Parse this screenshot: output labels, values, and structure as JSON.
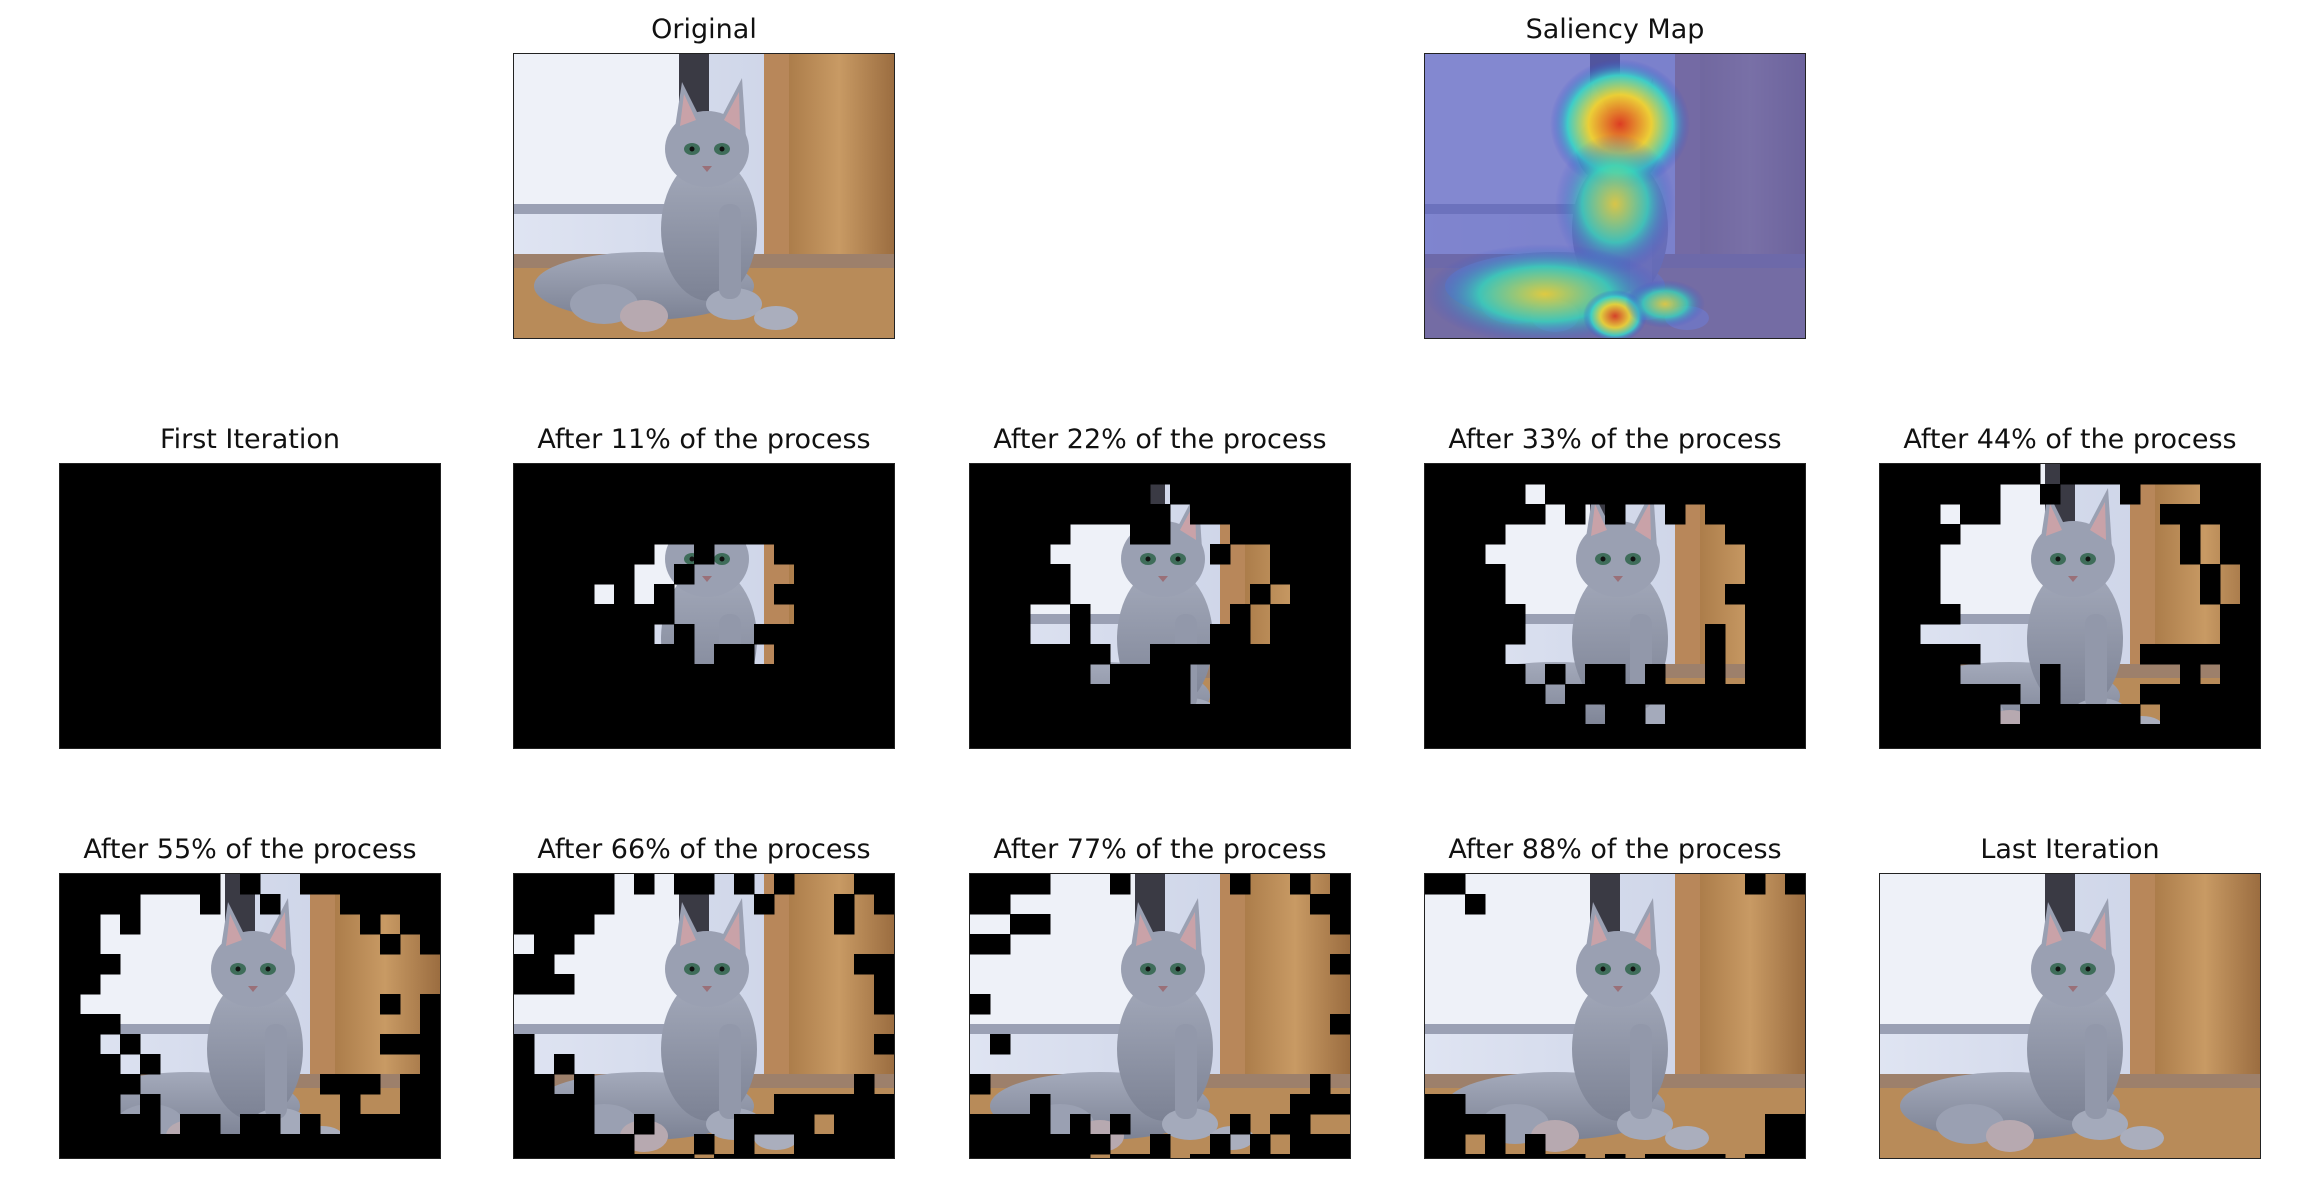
{
  "figure": {
    "row1": [
      {
        "key": "original",
        "title": "Original",
        "kind": "original"
      },
      {
        "key": "saliency",
        "title": "Saliency Map",
        "kind": "saliency"
      }
    ],
    "row2": [
      {
        "key": "iter0",
        "title": "First Iteration",
        "reveal": 0
      },
      {
        "key": "iter11",
        "title": "After 11% of the process",
        "reveal": 0.11
      },
      {
        "key": "iter22",
        "title": "After 22% of the process",
        "reveal": 0.22
      },
      {
        "key": "iter33",
        "title": "After 33% of the process",
        "reveal": 0.33
      },
      {
        "key": "iter44",
        "title": "After 44% of the process",
        "reveal": 0.44
      }
    ],
    "row3": [
      {
        "key": "iter55",
        "title": "After 55% of the process",
        "reveal": 0.55
      },
      {
        "key": "iter66",
        "title": "After 66% of the process",
        "reveal": 0.66
      },
      {
        "key": "iter77",
        "title": "After 77% of the process",
        "reveal": 0.77
      },
      {
        "key": "iter88",
        "title": "After 88% of the process",
        "reveal": 0.88
      },
      {
        "key": "iterlast",
        "title": "Last Iteration",
        "reveal": 1
      }
    ]
  },
  "colors": {
    "wall": "#c7cfe4",
    "door": "#c89a64",
    "floor": "#b88b59",
    "cat": "#8f96a8",
    "mask": "#000000",
    "saliency_base": "#5a5fc0"
  },
  "icons": [
    "cat-photo",
    "saliency-heatmap",
    "masked-cat-photo"
  ]
}
